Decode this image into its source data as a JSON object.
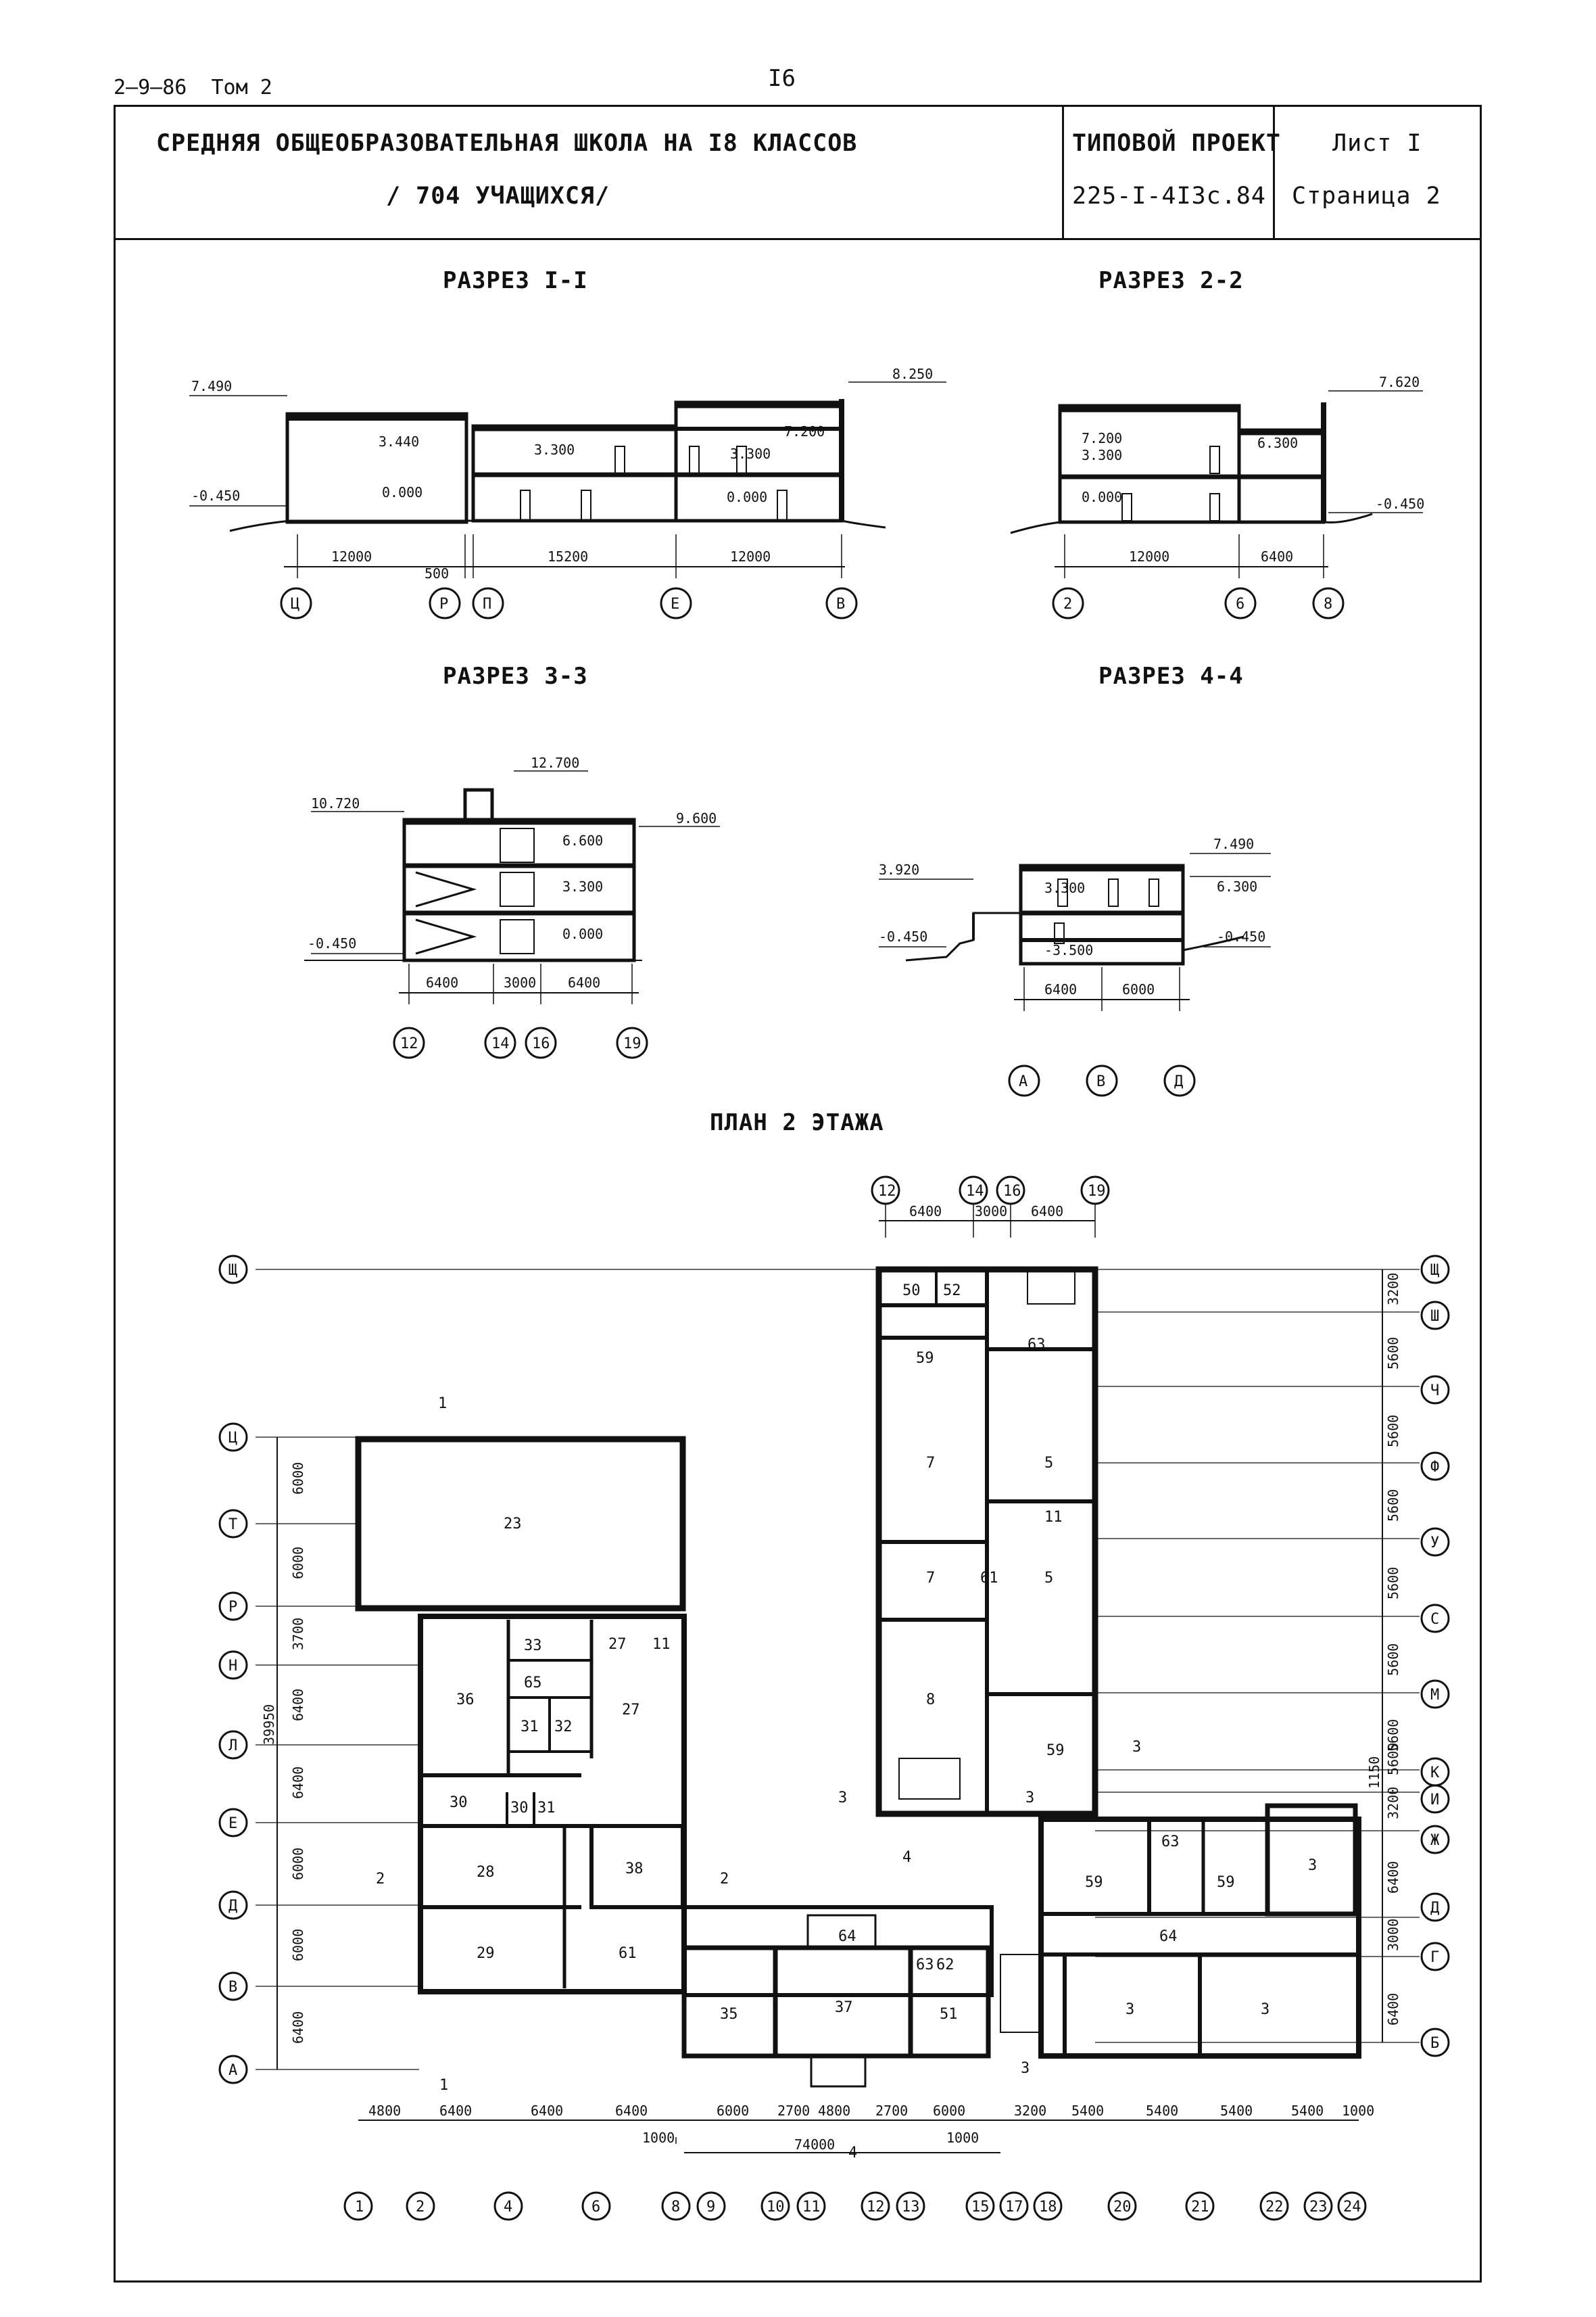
{
  "header": {
    "series": "2–9–86",
    "volume": "Том 2",
    "page_number": "I6"
  },
  "stamp": {
    "title_line1": "СРЕДНЯЯ ОБЩЕОБРАЗОВАТЕЛЬНАЯ ШКОЛА НА I8 КЛАССОВ",
    "title_line2": "/ 704 УЧАЩИХСЯ/",
    "project_label": "ТИПОВОЙ ПРОЕКТ",
    "project_code": "225-I-4I3с.84",
    "sheet": "Лист I",
    "page": "Страница 2"
  },
  "sections": {
    "s11": {
      "title": "РАЗРЕЗ I-I",
      "levels": [
        "7.490",
        "8.250",
        "3.440",
        "3.300",
        "0.000",
        "3.300",
        "7.200",
        "0.000",
        "-0.450"
      ],
      "dims": [
        "12000",
        "500",
        "15200",
        "12000"
      ],
      "axes": [
        "Ц",
        "Р",
        "П",
        "Е",
        "В"
      ]
    },
    "s22": {
      "title": "РАЗРЕЗ 2-2",
      "levels": [
        "7.620",
        "7.200",
        "3.300",
        "6.300",
        "0.000",
        "-0.450"
      ],
      "dims": [
        "12000",
        "6400"
      ],
      "axes": [
        "2",
        "6",
        "8"
      ]
    },
    "s33": {
      "title": "РАЗРЕЗ 3-3",
      "levels": [
        "10.720",
        "12.700",
        "9.600",
        "6.600",
        "3.300",
        "0.000",
        "-0.450"
      ],
      "dims": [
        "6400",
        "3000",
        "6400"
      ],
      "axes": [
        "12",
        "14",
        "16",
        "19"
      ]
    },
    "s44": {
      "title": "РАЗРЕЗ 4-4",
      "levels": [
        "7.490",
        "3.920",
        "3.300",
        "6.300",
        "-0.450",
        "-0.450",
        "-3.500"
      ],
      "dims": [
        "6400",
        "6000"
      ],
      "axes": [
        "А",
        "В",
        "Д"
      ]
    }
  },
  "plan": {
    "title": "ПЛАН 2 ЭТАЖА",
    "top_axes": [
      "12",
      "14",
      "16",
      "19"
    ],
    "top_dims": [
      "6400",
      "3000",
      "6400"
    ],
    "left_axes": [
      "Щ",
      "Ц",
      "Т",
      "Р",
      "Н",
      "Л",
      "Е",
      "Д",
      "В",
      "А"
    ],
    "left_dims": [
      "6000",
      "6000",
      "3700",
      "6400",
      "6400",
      "6000",
      "6000",
      "6400"
    ],
    "left_total": "39950",
    "right_axes": [
      "Щ",
      "Ш",
      "Ч",
      "Ф",
      "У",
      "С",
      "М",
      "К",
      "И",
      "Ж",
      "Д",
      "Г",
      "Б"
    ],
    "right_dims": [
      "3200",
      "5600",
      "5600",
      "5600",
      "5600",
      "5600",
      "5600",
      "5600",
      "1150",
      "3200",
      "6400",
      "3000",
      "6400"
    ],
    "bottom_axes": [
      "1",
      "2",
      "4",
      "6",
      "8",
      "9",
      "10",
      "11",
      "12",
      "13",
      "15",
      "17",
      "18",
      "20",
      "21",
      "22",
      "23",
      "24"
    ],
    "bottom_dims": [
      "4800",
      "6400",
      "6400",
      "6400",
      "6000",
      "2700",
      "4800",
      "2700",
      "6000",
      "3200",
      "5400",
      "5400",
      "5400",
      "5400",
      "1000"
    ],
    "bottom_small": [
      "1000",
      "1000"
    ],
    "bottom_total": "74000",
    "rooms": [
      "23",
      "36",
      "33",
      "65",
      "31",
      "32",
      "27",
      "11",
      "27",
      "30",
      "30",
      "31",
      "28",
      "38",
      "29",
      "61",
      "35",
      "64",
      "37",
      "63",
      "62",
      "51",
      "50",
      "52",
      "59",
      "63",
      "7",
      "5",
      "11",
      "7",
      "61",
      "5",
      "8",
      "59",
      "59",
      "63",
      "59",
      "3",
      "64",
      "3",
      "3"
    ],
    "cut_marks": [
      "1",
      "1",
      "2",
      "2",
      "3",
      "3",
      "3",
      "3",
      "4",
      "4"
    ]
  }
}
